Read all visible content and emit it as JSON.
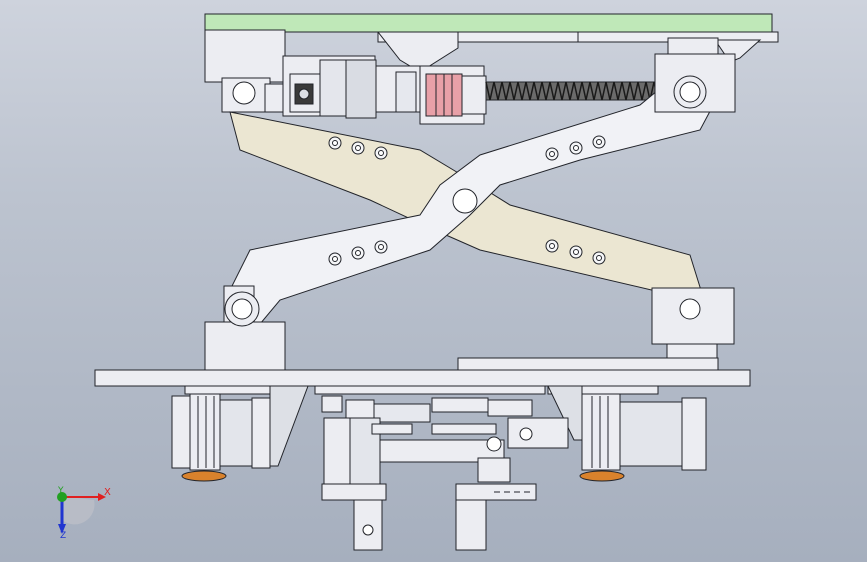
{
  "viewport": {
    "background_top": "#ced3dd",
    "background_bottom": "#a6afbe"
  },
  "model": {
    "colors": {
      "plate_top": "#bfe8b8",
      "metal": "#ecedf2",
      "metal_shade": "#d4d6dc",
      "link_front": "#f1f2f6",
      "link_back": "#ebe6d2",
      "coupling": "#e8a0a8",
      "spring": "#2a2a2a",
      "outline": "#22242a",
      "feet": "#d9822c"
    },
    "icons": [
      "triad-icon"
    ]
  },
  "triad": {
    "x_label": "X",
    "y_label": "Y",
    "z_label": "Z",
    "x_color": "#e02020",
    "y_color": "#22a022",
    "z_color": "#2035d0"
  }
}
